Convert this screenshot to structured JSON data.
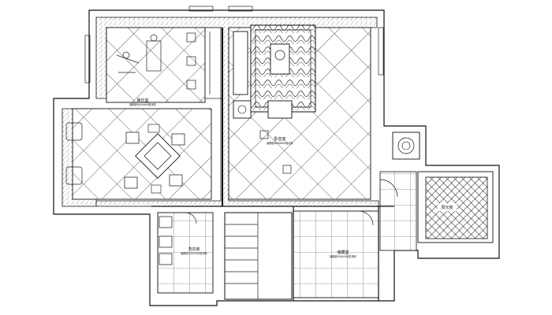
{
  "rooms": {
    "living_dining": {
      "label": "娱乐室",
      "caption": "踏脚线600X600玻化砖"
    },
    "bar_lounge": {
      "label": "影音室",
      "caption": "踏脚线600X600玻化砖"
    },
    "laundry": {
      "label": "洗衣房",
      "caption": "踏脚线300X300防滑砖"
    },
    "storage": {
      "label": "储藏室",
      "caption": "踏脚线300X300防滑砖"
    },
    "terrace": {
      "label": "阳光房",
      "caption": ""
    }
  },
  "colors": {
    "line": "#111111",
    "paper": "#ffffff"
  }
}
